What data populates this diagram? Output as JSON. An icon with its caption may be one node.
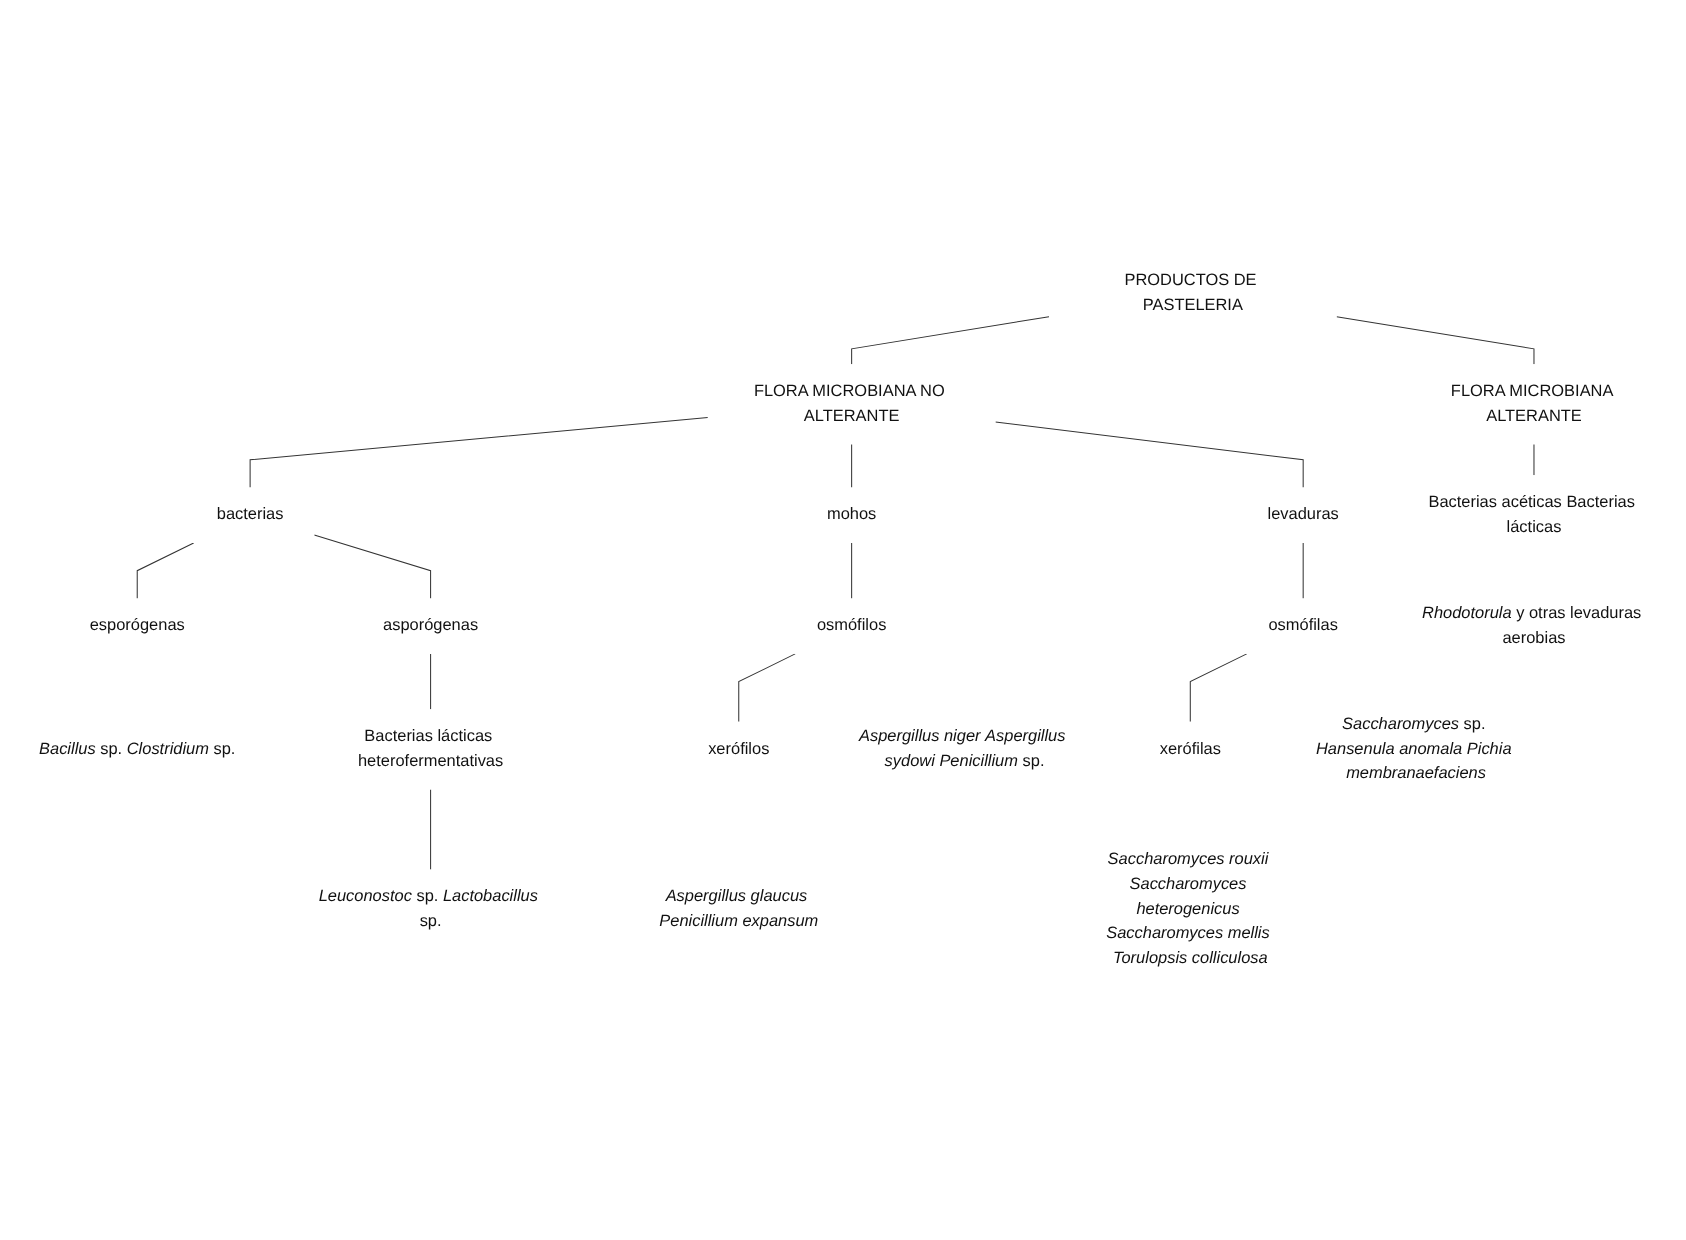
{
  "diagram": {
    "nodes": [
      {
        "text": [
          "PRODUCTOS DE PASTELERIA"
        ]
      },
      {
        "text": [
          "FLORA MICROBIANA NO ALTERANTE"
        ]
      },
      {
        "text": [
          "FLORA MICROBIANA ALTERANTE"
        ]
      },
      {
        "text": [
          "bacterias"
        ]
      },
      {
        "text": [
          "mohos"
        ]
      },
      {
        "text": [
          "levaduras"
        ]
      },
      {
        "text": [
          "Bacterias acéticas Bacterias lácticas"
        ]
      },
      {
        "text": [
          "*Rhodotorula* y otras levaduras aerobias"
        ]
      },
      {
        "text": [
          "esporógenas"
        ]
      },
      {
        "text": [
          "asporógenas"
        ]
      },
      {
        "text": [
          "osmófilos"
        ]
      },
      {
        "text": [
          "osmófilas"
        ]
      },
      {
        "text": [
          "*Bacillus* sp. *Clostridium* sp."
        ]
      },
      {
        "text": [
          "*Aspergillus niger* *Aspergillus sydowi* *Penicillium* sp."
        ]
      },
      {
        "text": [
          "*Saccharomyces* sp. *Hansenula anomala* *Pichia membranaefaciens*"
        ]
      },
      {
        "text": [
          "Bacterias lácticas heterofermentativas"
        ]
      },
      {
        "text": [
          "xerófilos"
        ]
      },
      {
        "text": [
          "xerófilas"
        ]
      },
      {
        "text": [
          "*Leuconostoc* sp. *Lactobacillus* sp."
        ]
      },
      {
        "text": [
          "*Aspergillus glaucus* *Penicillium expansum*"
        ]
      },
      {
        "text": [
          "*Saccharomyces rouxii* *Saccharomyces heterogenicus* *Saccharomyces mellis* *Torulopsis colliculosa*"
        ]
      }
    ],
    "edges": [
      {
        "from": 0,
        "to": 1,
        "arrow": "none"
      },
      {
        "from": 0,
        "to": 2,
        "arrow": "none"
      },
      {
        "from": 1,
        "to": 3,
        "arrow": "none"
      },
      {
        "from": 1,
        "to": 4,
        "arrow": "none"
      },
      {
        "from": 1,
        "to": 5,
        "arrow": "none"
      },
      {
        "from": 2,
        "to": 6,
        "arrow": "none"
      },
      {
        "from": 3,
        "to": 8,
        "arrow": "none"
      },
      {
        "from": 3,
        "to": 9,
        "arrow": "none"
      },
      {
        "from": 4,
        "to": 10,
        "arrow": "none"
      },
      {
        "from": 5,
        "to": 11,
        "arrow": "none"
      },
      {
        "from": 9,
        "to": 15,
        "arrow": "none"
      },
      {
        "from": 10,
        "to": 16,
        "arrow": "none"
      },
      {
        "from": 11,
        "to": 17,
        "arrow": "none"
      },
      {
        "from": 15,
        "to": 18,
        "arrow": "none"
      }
    ]
  }
}
